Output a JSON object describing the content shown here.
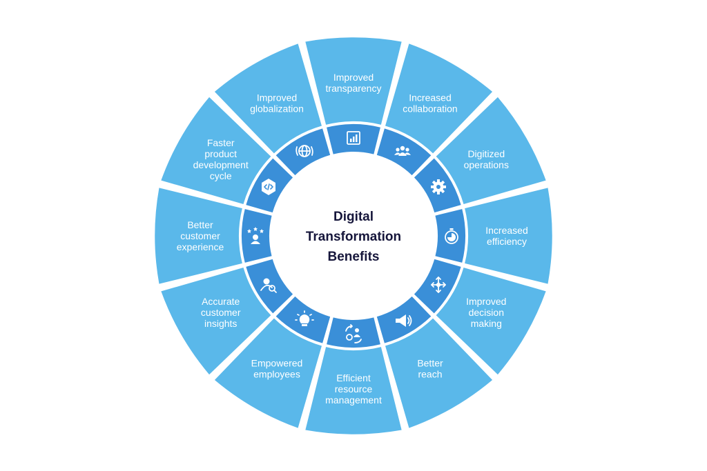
{
  "center": {
    "lines": [
      "Digital",
      "Transformation",
      "Benefits"
    ]
  },
  "colors": {
    "outer_segment": "#5ab8ea",
    "inner_ring": "#3a8fd8",
    "center_text": "#16163b",
    "background": "#ffffff"
  },
  "segments": [
    {
      "lines": [
        "Improved",
        "transparency"
      ],
      "icon": "bar-chart-icon"
    },
    {
      "lines": [
        "Increased",
        "collaboration"
      ],
      "icon": "team-icon"
    },
    {
      "lines": [
        "Digitized",
        "operations"
      ],
      "icon": "gear-icon"
    },
    {
      "lines": [
        "Increased",
        "efficiency"
      ],
      "icon": "stopwatch-icon"
    },
    {
      "lines": [
        "Improved",
        "decision",
        "making"
      ],
      "icon": "decision-arrows-icon"
    },
    {
      "lines": [
        "Better",
        "reach"
      ],
      "icon": "megaphone-icon"
    },
    {
      "lines": [
        "Efficient",
        "resource",
        "management"
      ],
      "icon": "resource-management-icon"
    },
    {
      "lines": [
        "Empowered",
        "employees"
      ],
      "icon": "lightbulb-icon"
    },
    {
      "lines": [
        "Accurate",
        "customer",
        "insights"
      ],
      "icon": "user-search-icon"
    },
    {
      "lines": [
        "Better",
        "customer",
        "experience"
      ],
      "icon": "customer-rating-icon"
    },
    {
      "lines": [
        "Faster",
        "product",
        "development",
        "cycle"
      ],
      "icon": "code-icon"
    },
    {
      "lines": [
        "Improved",
        "globalization"
      ],
      "icon": "globe-icon"
    }
  ]
}
